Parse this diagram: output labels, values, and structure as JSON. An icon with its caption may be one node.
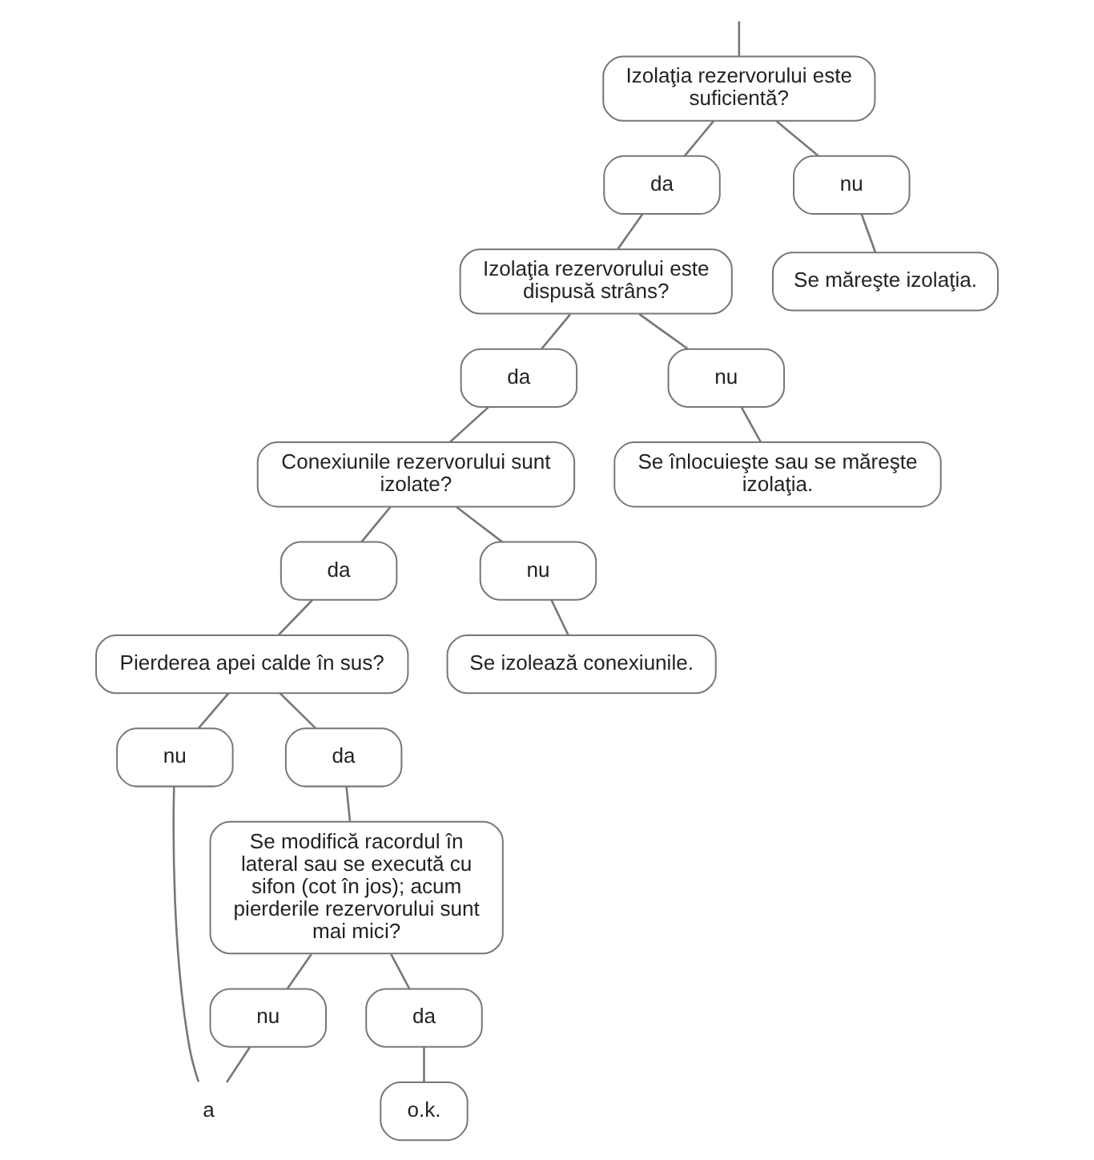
{
  "diagram": {
    "nodes": [
      {
        "text": [
          "Izolaţia rezervorului este suficientă?"
        ]
      },
      {
        "text": [
          "da"
        ]
      },
      {
        "text": [
          "nu"
        ]
      },
      {
        "text": [
          "Se măreşte izolaţia."
        ]
      },
      {
        "text": [
          "Izolaţia rezervorului este dispusă strâns?"
        ]
      },
      {
        "text": [
          "da"
        ]
      },
      {
        "text": [
          "nu"
        ]
      },
      {
        "text": [
          "Se înlocuieşte sau se măreşte izolaţia."
        ]
      },
      {
        "text": [
          "Conexiunile rezervorului sunt izolate?"
        ]
      },
      {
        "text": [
          "da"
        ]
      },
      {
        "text": [
          "nu"
        ]
      },
      {
        "text": [
          "Se izolează conexiunile."
        ]
      },
      {
        "text": [
          "Pierderea apei calde în sus?"
        ]
      },
      {
        "text": [
          "nu"
        ]
      },
      {
        "text": [
          "da"
        ]
      },
      {
        "text": [
          "Se modifică racordul în lateral sau se execută cu sifon (cot în jos); acum pierderile rezervorului sunt mai mici?"
        ]
      },
      {
        "text": [
          "nu"
        ]
      },
      {
        "text": [
          "da"
        ]
      },
      {
        "text": [
          "o.k."
        ]
      },
      {
        "text": [
          "a"
        ]
      }
    ],
    "edges": [
      {
        "from": null,
        "to": 0,
        "arrow": "none"
      },
      {
        "from": 0,
        "to": 1,
        "arrow": "none"
      },
      {
        "from": 0,
        "to": 2,
        "arrow": "none"
      },
      {
        "from": 2,
        "to": 3,
        "arrow": "none"
      },
      {
        "from": 1,
        "to": 4,
        "arrow": "none"
      },
      {
        "from": 4,
        "to": 5,
        "arrow": "none"
      },
      {
        "from": 4,
        "to": 6,
        "arrow": "none"
      },
      {
        "from": 6,
        "to": 7,
        "arrow": "none"
      },
      {
        "from": 5,
        "to": 8,
        "arrow": "none"
      },
      {
        "from": 8,
        "to": 9,
        "arrow": "none"
      },
      {
        "from": 8,
        "to": 10,
        "arrow": "none"
      },
      {
        "from": 10,
        "to": 11,
        "arrow": "none"
      },
      {
        "from": 9,
        "to": 12,
        "arrow": "none"
      },
      {
        "from": 12,
        "to": 13,
        "arrow": "none"
      },
      {
        "from": 12,
        "to": 14,
        "arrow": "none"
      },
      {
        "from": 14,
        "to": 15,
        "arrow": "none"
      },
      {
        "from": 15,
        "to": 16,
        "arrow": "none"
      },
      {
        "from": 15,
        "to": 17,
        "arrow": "none"
      },
      {
        "from": 17,
        "to": 18,
        "arrow": "none"
      },
      {
        "from": 13,
        "to": 19,
        "arrow": "none"
      },
      {
        "from": 16,
        "to": 19,
        "arrow": "none"
      }
    ]
  }
}
